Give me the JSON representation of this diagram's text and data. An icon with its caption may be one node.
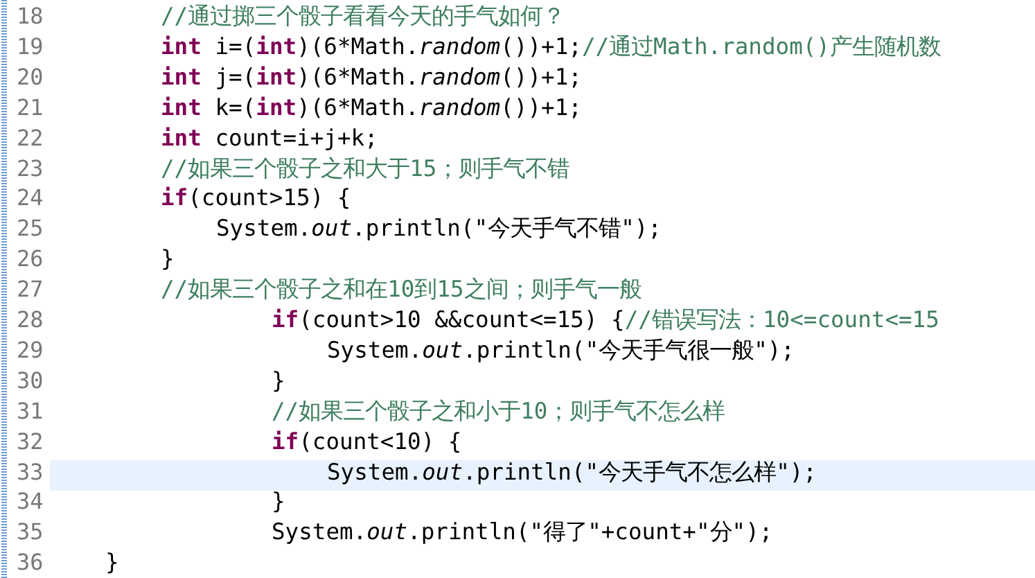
{
  "diagram": {
    "labels": [
      "18",
      "//通过掷三个骰子看看今天的手气如何？",
      "19",
      "**int** i=(**int**)(6*Math.*random*())+1;",
      "//通过Math.random()产生随机数",
      "20",
      "**int** j=(**int**)(6*Math.*random*())+1;",
      "21",
      "**int** k=(**int**)(6*Math.*random*())+1;",
      "22",
      "**int** count=i+j+k;",
      "23",
      "//如果三个骰子之和大于15；则手气不错",
      "24",
      "**if**(count>15) {",
      "25",
      "System.*out*.println(\"今天手气不错\");",
      "26",
      "}",
      "27",
      "//如果三个骰子之和在10到15之间；则手气一般",
      "28",
      "**if**(count>10 &&count<=15) {",
      "//错误写法：10<=count<=15",
      "29",
      "System.*out*.println(\"今天手气很一般\");",
      "30",
      "}",
      "31",
      "//如果三个骰子之和小于10；则手气不怎么样",
      "32",
      "**if**(count<10) {",
      "33",
      "System.*out*.println(\"今天手气不怎么样\");",
      "34",
      "}",
      "35",
      "System.*out*.println(\"得了\"+count+\"分\");",
      "36",
      "}"
    ]
  }
}
